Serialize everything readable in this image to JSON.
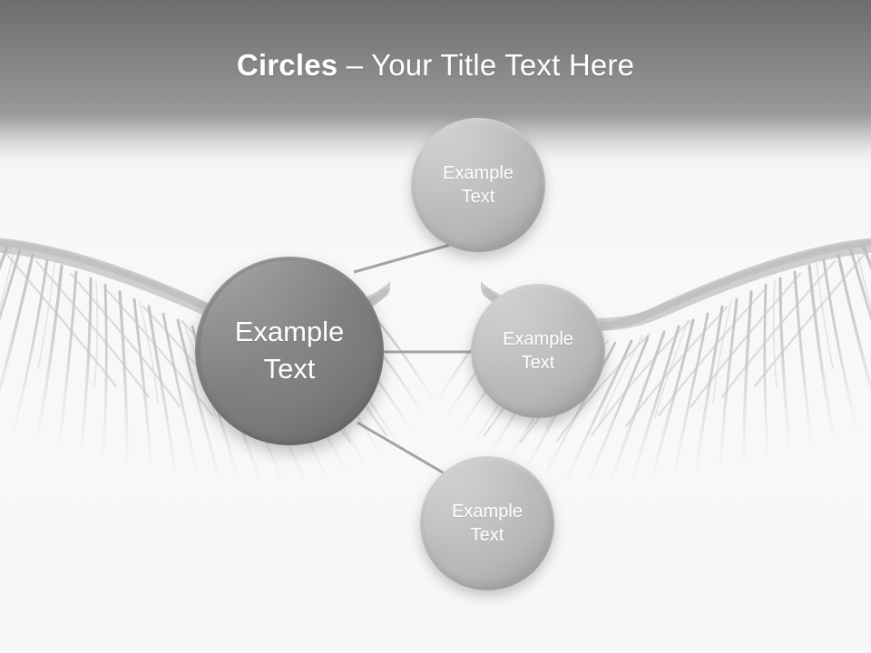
{
  "slide": {
    "title_strong": "Circles",
    "title_separator": " – ",
    "title_rest": "Your Title Text Here",
    "background_image": "eyelashes-photo",
    "colors": {
      "header_top": "#6d6d6d",
      "header_bottom": "#999999",
      "slide_background": "#f7f7f8",
      "main_node_fill": "#7a7a7a",
      "satellite_node_fill": "#b6b6b6",
      "node_text": "#ffffff",
      "connector_line": "#a0a0a0"
    }
  },
  "diagram": {
    "name": "circles-diagram",
    "center_node": {
      "label_line1": "Example",
      "label_line2": "Text"
    },
    "satellites": [
      {
        "id": "top",
        "label_line1": "Example",
        "label_line2": "Text"
      },
      {
        "id": "right",
        "label_line1": "Example",
        "label_line2": "Text"
      },
      {
        "id": "bottom",
        "label_line1": "Example",
        "label_line2": "Text"
      }
    ]
  }
}
